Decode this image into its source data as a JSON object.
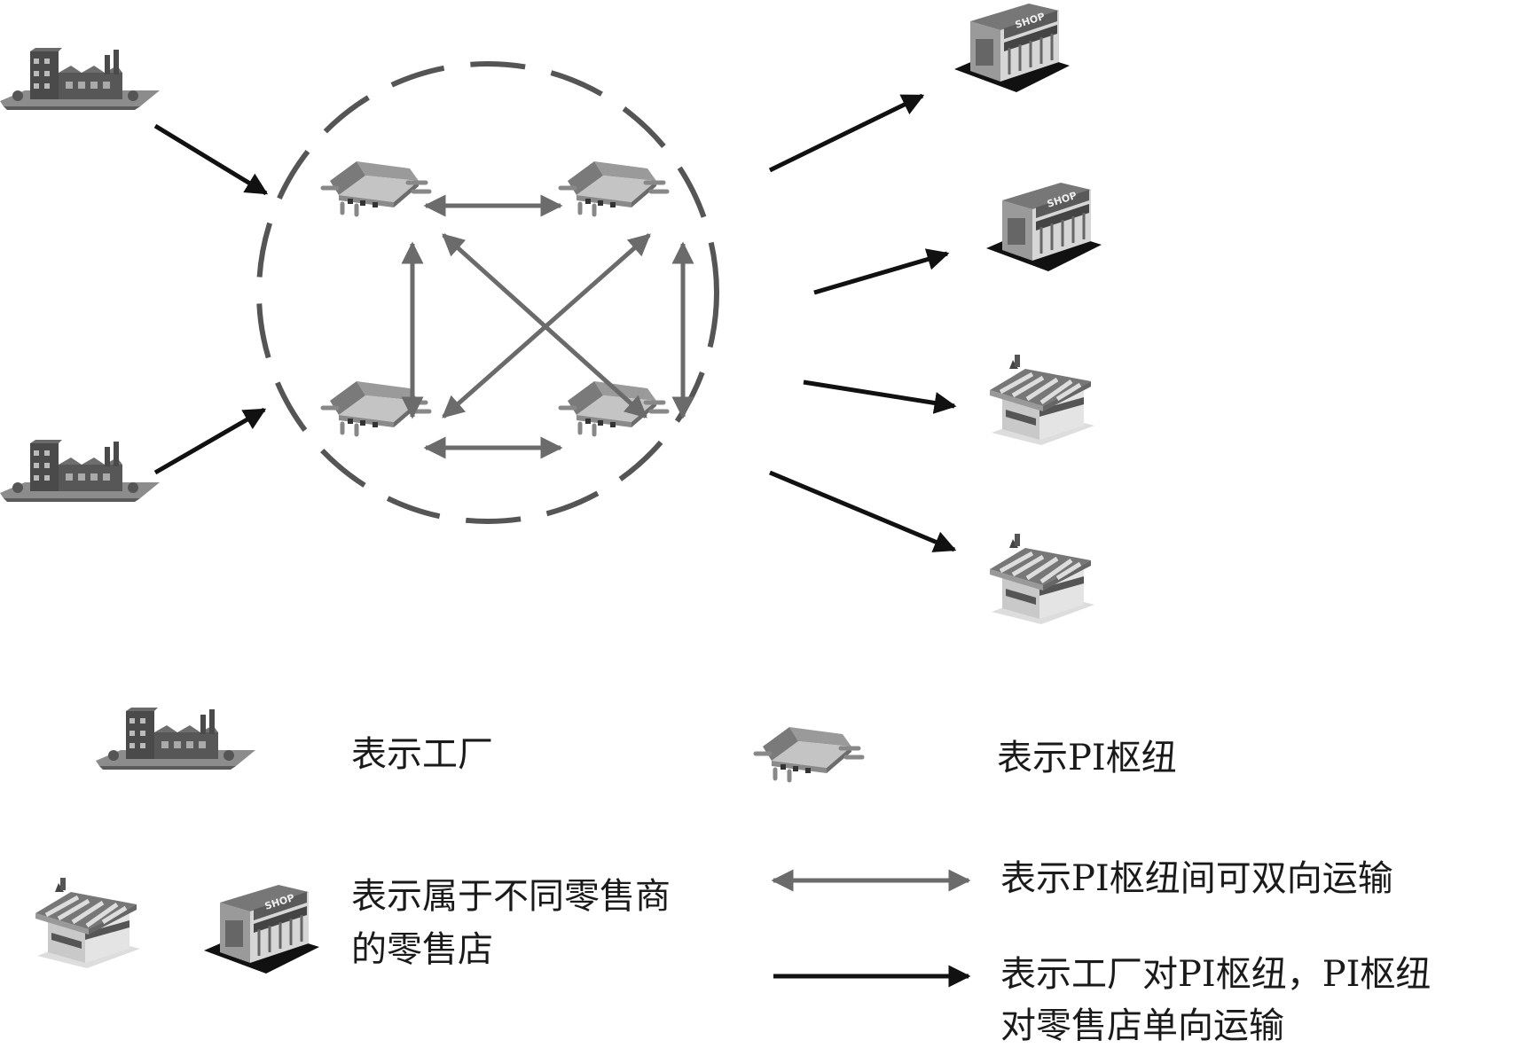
{
  "legend": {
    "factory_label": "表示工厂",
    "hub_label": "表示PI枢纽",
    "store_label_line1": "表示属于不同零售商",
    "store_label_line2": "的零售店",
    "bidirectional_label": "表示PI枢纽间可双向运输",
    "oneway_label_line1": "表示工厂对PI枢纽，PI枢纽",
    "oneway_label_line2": "对零售店单向运输"
  },
  "icons": {
    "factory": "factory-icon",
    "hub": "pi-hub-icon",
    "store_a": "retail-store-awning-icon",
    "store_b": "retail-store-shop-icon",
    "shop_sign_text": "SHOP"
  },
  "colors": {
    "ink": "#111111",
    "gray_arrow": "#6b6b6b",
    "circle": "#555555",
    "building_dark": "#4a4a4a",
    "building_mid": "#8a8a8a",
    "building_light": "#c8c8c8"
  }
}
